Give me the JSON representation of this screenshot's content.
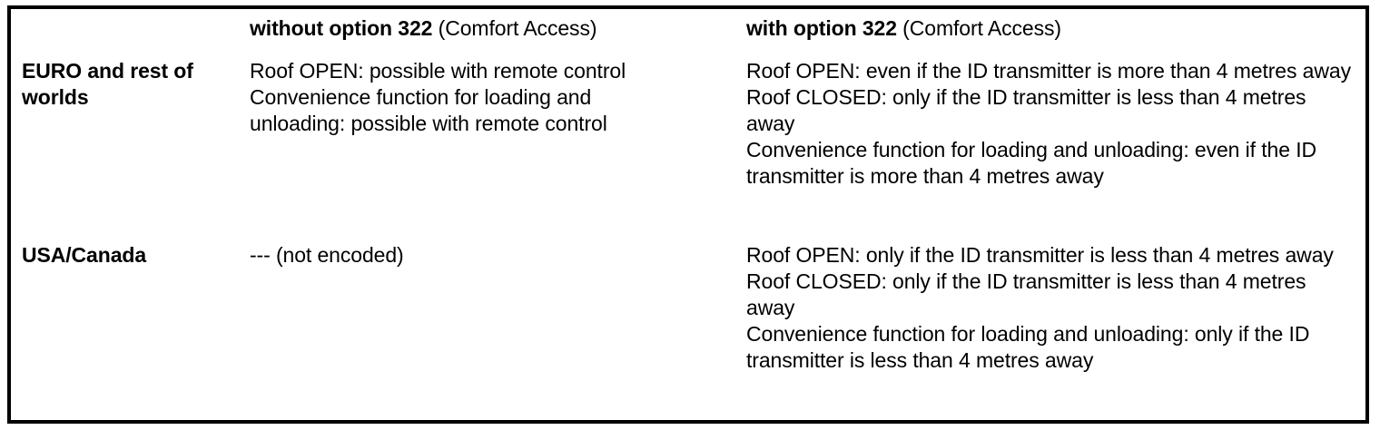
{
  "table": {
    "columns": [
      {
        "key": "region",
        "label": ""
      },
      {
        "key": "without",
        "label_strong": "without option 322",
        "label_normal": " (Comfort Access)"
      },
      {
        "key": "with",
        "label_strong": "with option 322",
        "label_normal": " (Comfort Access)"
      }
    ],
    "rows": [
      {
        "region": "EURO and rest of worlds",
        "without": [
          "Roof OPEN: possible with remote control",
          "Convenience function for loading and",
          "unloading: possible with remote control"
        ],
        "with": [
          "Roof OPEN: even if the ID transmitter is more than 4 metres away",
          "Roof CLOSED: only if the ID transmitter is less than 4 metres away",
          "Convenience function for loading and unloading: even if the ID transmitter is more than 4 metres away"
        ]
      },
      {
        "region": "USA/Canada",
        "without": [
          "--- (not encoded)"
        ],
        "with": [
          "Roof OPEN: only if the ID transmitter is less than 4 metres away",
          "Roof CLOSED: only if the ID transmitter is less than 4 metres away",
          "Convenience function for loading and unloading: only if the ID transmitter is less than 4 metres away"
        ]
      }
    ]
  }
}
